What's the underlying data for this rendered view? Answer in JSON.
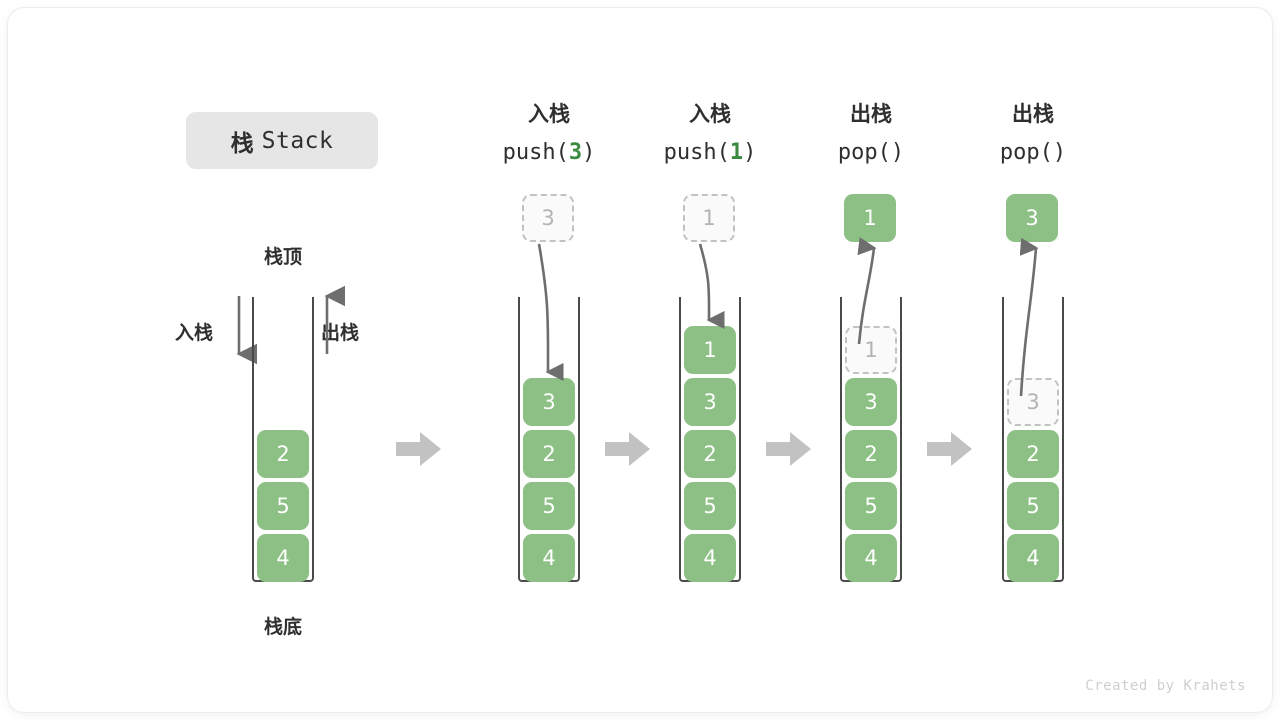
{
  "title": {
    "cn": "栈",
    "en": "Stack"
  },
  "watermark": "Created by Krahets",
  "colors": {
    "element_green": "#8cc084",
    "accent_green": "#3a8a3f",
    "ghost_gray": "#b4b4b4",
    "arrow_gray": "#6e6e6e",
    "step_arrow_gray": "#c2c2c2",
    "badge_bg": "#e6e6e6",
    "text_dark": "#2f2f2f"
  },
  "initial_stack": {
    "top_label": "栈顶",
    "bottom_label": "栈底",
    "push_label": "入栈",
    "pop_label": "出栈",
    "cells": [
      "2",
      "5",
      "4"
    ]
  },
  "steps": [
    {
      "op_cn": "入栈",
      "op_code_prefix": "push(",
      "op_arg": "3",
      "op_code_suffix": ")",
      "float_value": "3",
      "float_kind": "ghost",
      "flow": "push",
      "cells": [
        "3",
        "2",
        "5",
        "4"
      ],
      "ghost_top": false
    },
    {
      "op_cn": "入栈",
      "op_code_prefix": "push(",
      "op_arg": "1",
      "op_code_suffix": ")",
      "float_value": "1",
      "float_kind": "ghost",
      "flow": "push",
      "cells": [
        "1",
        "3",
        "2",
        "5",
        "4"
      ],
      "ghost_top": false
    },
    {
      "op_cn": "出栈",
      "op_code_prefix": "pop(",
      "op_arg": "",
      "op_code_suffix": ")",
      "float_value": "1",
      "float_kind": "solid",
      "flow": "pop",
      "cells": [
        "1",
        "3",
        "2",
        "5",
        "4"
      ],
      "ghost_top": true
    },
    {
      "op_cn": "出栈",
      "op_code_prefix": "pop(",
      "op_arg": "",
      "op_code_suffix": ")",
      "float_value": "3",
      "float_kind": "solid",
      "flow": "pop",
      "cells": [
        "3",
        "2",
        "5",
        "4"
      ],
      "ghost_top": true
    }
  ],
  "step_arrows": [
    "step-arrow-1",
    "step-arrow-2",
    "step-arrow-3",
    "step-arrow-4"
  ]
}
